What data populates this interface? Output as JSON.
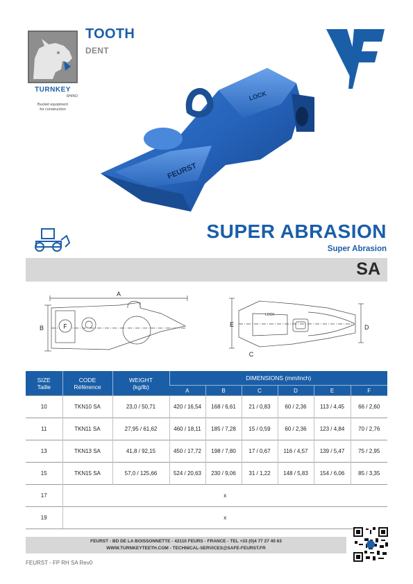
{
  "brand": {
    "name": "TURNKEY",
    "sub": "RHINO",
    "tagline_1": "Bucket equipment",
    "tagline_2": "for construction"
  },
  "header": {
    "title": "TOOTH",
    "subtitle": "DENT"
  },
  "product": {
    "line_title": "SUPER ABRASION",
    "line_subtitle": "Super Abrasion",
    "code": "SA",
    "image_markings": {
      "lock": "LOCK",
      "feurst": "FEURST"
    }
  },
  "drawing_labels": {
    "a": "A",
    "b": "B",
    "f": "F",
    "c": "C",
    "d": "D",
    "e": "E"
  },
  "table": {
    "headers": {
      "size": "SIZE",
      "size_fr": "Taille",
      "code": "CODE",
      "code_fr": "Référence",
      "weight": "WEIGHT",
      "weight_unit": "(kg/lb)",
      "dimensions": "DIMENSIONS (mm/inch)",
      "dims": [
        "A",
        "B",
        "C",
        "D",
        "E",
        "F"
      ]
    },
    "rows": [
      {
        "size": "10",
        "code": "TKN10 SA",
        "weight": "23,0 / 50,71",
        "a": "420 / 16,54",
        "b": "168 / 6,61",
        "c": "21 / 0,83",
        "d": "60 / 2,36",
        "e": "113 / 4,45",
        "f": "66 / 2,60"
      },
      {
        "size": "11",
        "code": "TKN11 SA",
        "weight": "27,95 / 61,62",
        "a": "460 / 18,11",
        "b": "185 / 7,28",
        "c": "15 / 0,59",
        "d": "60 / 2,36",
        "e": "123 / 4,84",
        "f": "70 / 2,76"
      },
      {
        "size": "13",
        "code": "TKN13 SA",
        "weight": "41,8 / 92,15",
        "a": "450 / 17,72",
        "b": "198 / 7,80",
        "c": "17 / 0,67",
        "d": "116 / 4,57",
        "e": "139 / 5,47",
        "f": "75 / 2,95"
      },
      {
        "size": "15",
        "code": "TKN15 SA",
        "weight": "57,0 / 125,66",
        "a": "524 / 20,63",
        "b": "230 / 9,06",
        "c": "31 / 1,22",
        "d": "148 / 5,83",
        "e": "154 / 6,06",
        "f": "85 / 3,35"
      },
      {
        "size": "17",
        "merged": "x"
      },
      {
        "size": "19",
        "merged": "x"
      }
    ]
  },
  "footer": {
    "line1": "FEURST - BD DE LA BOISSONNETTE - 42110 FEURS - FRANCE - TEL +33 (0)4 77 27 40 63",
    "line2": "WWW.TURNKEYTEETH.COM - TECHNICAL-SERVICES@SAFE-FEURST.FR",
    "doc_ref": "FEURST - FP RH SA Rev0"
  },
  "colors": {
    "brand_blue": "#1a5ea8",
    "band_grey": "#d7d7d7"
  }
}
